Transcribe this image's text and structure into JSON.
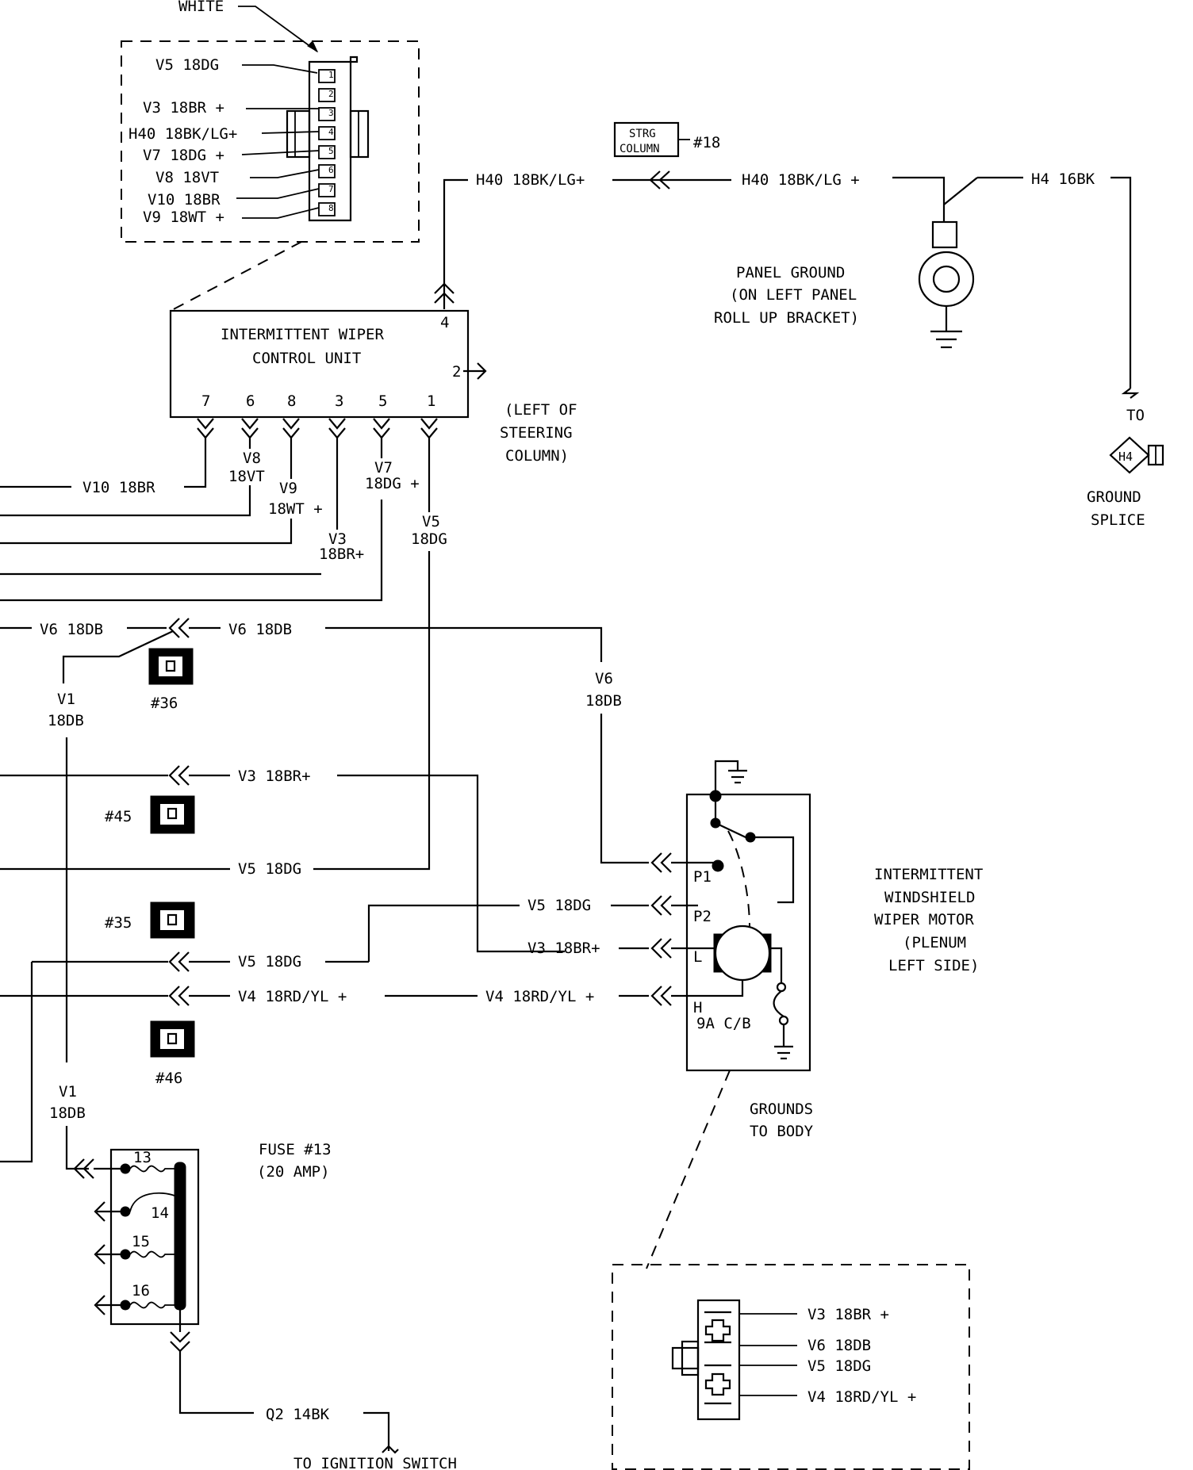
{
  "connector_top": {
    "color_label": "WHITE",
    "pins": [
      {
        "num": "1",
        "wire": "V5  18DG"
      },
      {
        "num": "2",
        "wire": ""
      },
      {
        "num": "3",
        "wire": "V3  18BR +"
      },
      {
        "num": "4",
        "wire": "H40  18BK/LG+"
      },
      {
        "num": "5",
        "wire": "V7  18DG +"
      },
      {
        "num": "6",
        "wire": "V8  18VT"
      },
      {
        "num": "7",
        "wire": "V10  18BR"
      },
      {
        "num": "8",
        "wire": "V9  18WT +"
      }
    ]
  },
  "strg_column": {
    "line1": "STRG",
    "line2": "COLUMN",
    "ref": "#18"
  },
  "h40_left": "H40  18BK/LG+",
  "h40_right": "H40  18BK/LG +",
  "h4_wire": "H4  16BK",
  "panel_ground": {
    "line1": "PANEL GROUND",
    "line2": "(ON LEFT PANEL",
    "line3": "ROLL UP BRACKET)"
  },
  "ground_splice": {
    "to": "TO",
    "badge": "H4",
    "line1": "GROUND",
    "line2": "SPLICE"
  },
  "control_unit": {
    "line1": "INTERMITTENT WIPER",
    "line2": "CONTROL UNIT",
    "pin_top": "4",
    "pin_right": "2",
    "bottom_pins": [
      "7",
      "6",
      "8",
      "3",
      "5",
      "1"
    ],
    "location": [
      "(LEFT OF",
      "STEERING",
      "COLUMN)"
    ]
  },
  "wires": {
    "v10": "V10  18BR",
    "v8a": "V8",
    "v8b": "18VT",
    "v9a": "V9",
    "v9b": "18WT +",
    "v3a": "V3",
    "v3b": "18BR+",
    "v7a": "V7",
    "v7b": "18DG +",
    "v5a": "V5",
    "v5b": "18DG",
    "v6_left": "V6  18DB",
    "v6_right": "V6  18DB",
    "v6_va": "V6",
    "v6_vb": "18DB",
    "v1a": "V1",
    "v1b": "18DB",
    "v1c": "V1",
    "v1d": "18DB",
    "v3_row": "V3  18BR+",
    "v5_row": "V5  18DG",
    "v5_motor": "V5  18DG",
    "v3_motor": "V3  18BR+",
    "v5_row2": "V5  18DG",
    "v4_row": "V4  18RD/YL +",
    "v4_motor": "V4  18RD/YL +",
    "q2": "Q2  14BK"
  },
  "connector_refs": [
    "#36",
    "#45",
    "#35",
    "#46"
  ],
  "motor": {
    "terms": [
      "P1",
      "P2",
      "L",
      "H"
    ],
    "breaker": "9A  C/B",
    "title": [
      "INTERMITTENT",
      "WINDSHIELD",
      "WIPER MOTOR",
      "(PLENUM",
      "LEFT SIDE)"
    ],
    "grounds": [
      "GROUNDS",
      "TO BODY"
    ]
  },
  "fuse": {
    "label1": "FUSE #13",
    "label2": "(20 AMP)",
    "nums": [
      "13",
      "14",
      "15",
      "16"
    ]
  },
  "ignition": "TO IGNITION SWITCH",
  "motor_connector": {
    "pins": [
      "V3  18BR +",
      "V6  18DB",
      "V5  18DG",
      "V4  18RD/YL +"
    ]
  }
}
